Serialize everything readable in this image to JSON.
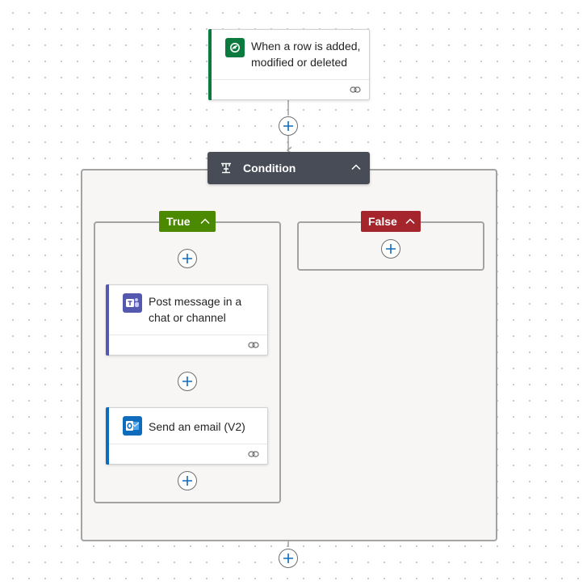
{
  "trigger": {
    "title": "When a row is added, modified or deleted",
    "icon": "dataverse-icon",
    "accent_color": "#0b7a3e"
  },
  "condition": {
    "title": "Condition",
    "icon": "condition-icon",
    "header_color": "#474c57"
  },
  "branches": {
    "true": {
      "label": "True",
      "color": "#4b8a00"
    },
    "false": {
      "label": "False",
      "color": "#a4262c"
    }
  },
  "actions": [
    {
      "title": "Post message in a chat or channel",
      "icon": "teams-icon",
      "accent_color": "#5558af"
    },
    {
      "title": "Send an email (V2)",
      "icon": "outlook-icon",
      "accent_color": "#0f6cbd"
    }
  ],
  "add_step_icon": "plus-icon",
  "collapse_icon": "chevron-up-icon",
  "connection_icon": "link-icon",
  "connector_color": "#a3a3a3",
  "add_icon_color": "#0f6cbd"
}
